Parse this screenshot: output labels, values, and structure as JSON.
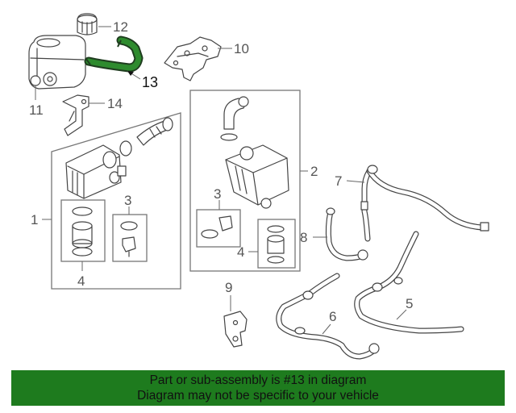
{
  "callouts": {
    "n1": "1",
    "n2": "2",
    "n3a": "3",
    "n3b": "3",
    "n4a": "4",
    "n4b": "4",
    "n5": "5",
    "n6": "6",
    "n7": "7",
    "n8": "8",
    "n9": "9",
    "n10": "10",
    "n11": "11",
    "n12": "12",
    "n13": "13",
    "n14": "14"
  },
  "highlight": {
    "part_number": "13",
    "color": "#2e8b2e"
  },
  "banner": {
    "line1": "Part or sub-assembly is #13 in diagram",
    "line2": "Diagram may not be specific to your vehicle",
    "background": "#1e7b1e"
  }
}
